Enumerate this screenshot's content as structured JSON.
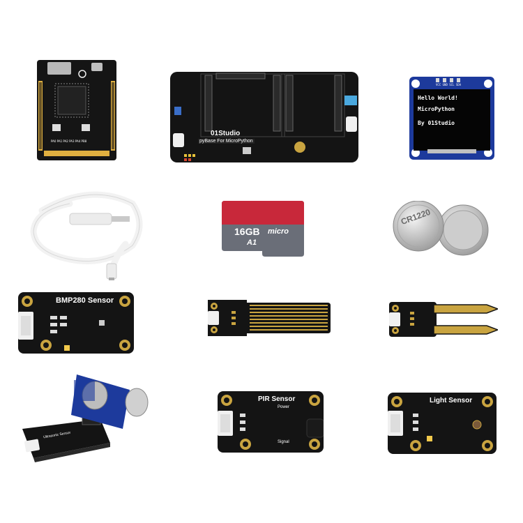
{
  "mainboard": {
    "brand": "01Studio",
    "subtitle": "pyBase For MicroPython"
  },
  "oled": {
    "lines": [
      "Hello World!",
      "MicroPython",
      "By 01Studio"
    ],
    "pins": "VCC GND SCL SDA"
  },
  "sdcard": {
    "capacity": "16GB",
    "brand": "micro",
    "class_mark": "A1"
  },
  "coin_cell": {
    "model": "CR1220"
  },
  "sensors": {
    "bmp280": "BMP280 Sensor",
    "pir": "PIR Sensor",
    "pir_power": "Power",
    "pir_signal": "Signal",
    "light": "Light Sensor",
    "ultrasonic": "Ultrasonic Sensor"
  },
  "colors": {
    "pcb": "#141414",
    "oled_bezel": "#1d3a9c",
    "oled_screen": "#050505",
    "sd_red": "#c8283a",
    "sd_gray": "#6a6e78",
    "gold": "#c9a440",
    "cable": "#f2f2f2"
  }
}
